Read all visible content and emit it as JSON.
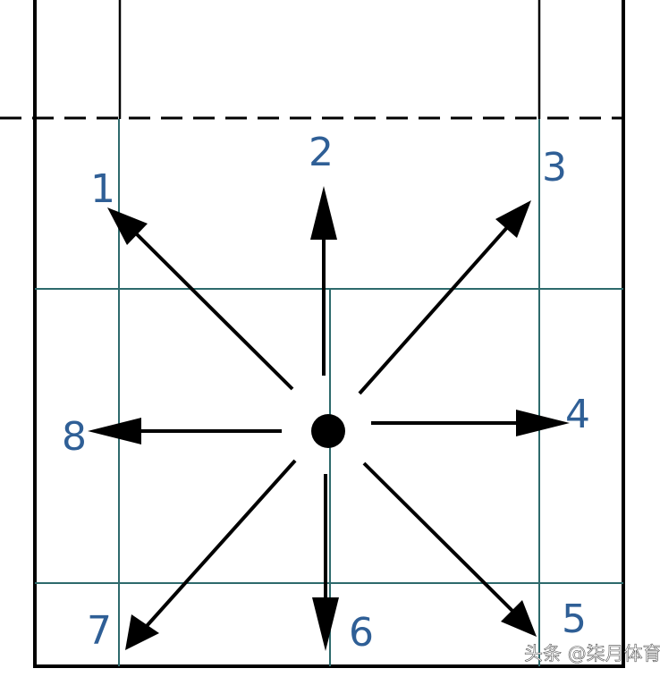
{
  "diagram": {
    "directions": [
      {
        "id": "1",
        "label": "1"
      },
      {
        "id": "2",
        "label": "2"
      },
      {
        "id": "3",
        "label": "3"
      },
      {
        "id": "4",
        "label": "4"
      },
      {
        "id": "5",
        "label": "5"
      },
      {
        "id": "6",
        "label": "6"
      },
      {
        "id": "7",
        "label": "7"
      },
      {
        "id": "8",
        "label": "8"
      }
    ],
    "watermark": "头条 @柒月体育",
    "colors": {
      "court_line": "#000000",
      "grid_line": "#2e6a6c",
      "label": "#2f5f96",
      "arrow": "#000000"
    }
  }
}
